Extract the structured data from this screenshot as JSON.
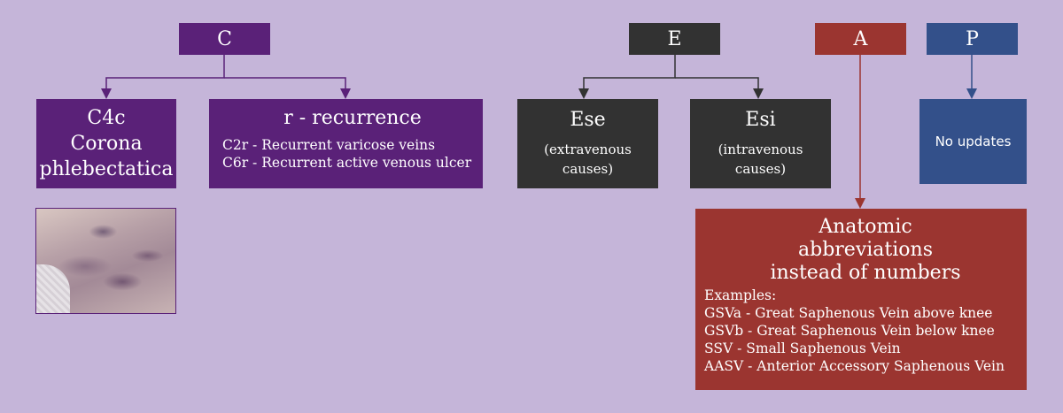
{
  "headers": {
    "c": "C",
    "e": "E",
    "a": "A",
    "p": "P"
  },
  "c4c": {
    "line1": "C4c",
    "line2": "Corona",
    "line3": "phlebectatica"
  },
  "recurrence": {
    "title": "r - recurrence",
    "items": [
      "C2r - Recurrent varicose veins",
      "C6r - Recurrent active venous ulcer"
    ]
  },
  "ese": {
    "title": "Ese",
    "sub1": "(extravenous",
    "sub2": "causes)"
  },
  "esi": {
    "title": "Esi",
    "sub1": "(intravenous",
    "sub2": "causes)"
  },
  "p_box": {
    "text": "No updates"
  },
  "anatomic": {
    "title_lines": [
      "Anatomic",
      "abbreviations",
      "instead of numbers"
    ],
    "items": [
      "Examples:",
      "GSVa - Great Saphenous Vein above knee",
      "GSVb - Great Saphenous Vein below knee",
      "SSV - Small Saphenous Vein",
      "AASV - Anterior Accessory Saphenous Vein"
    ]
  },
  "colors": {
    "background": "#c5b5d9",
    "clinical": "#5a2178",
    "etiology": "#323232",
    "anatomic": "#9b3530",
    "pathophysiology": "#33508a"
  }
}
